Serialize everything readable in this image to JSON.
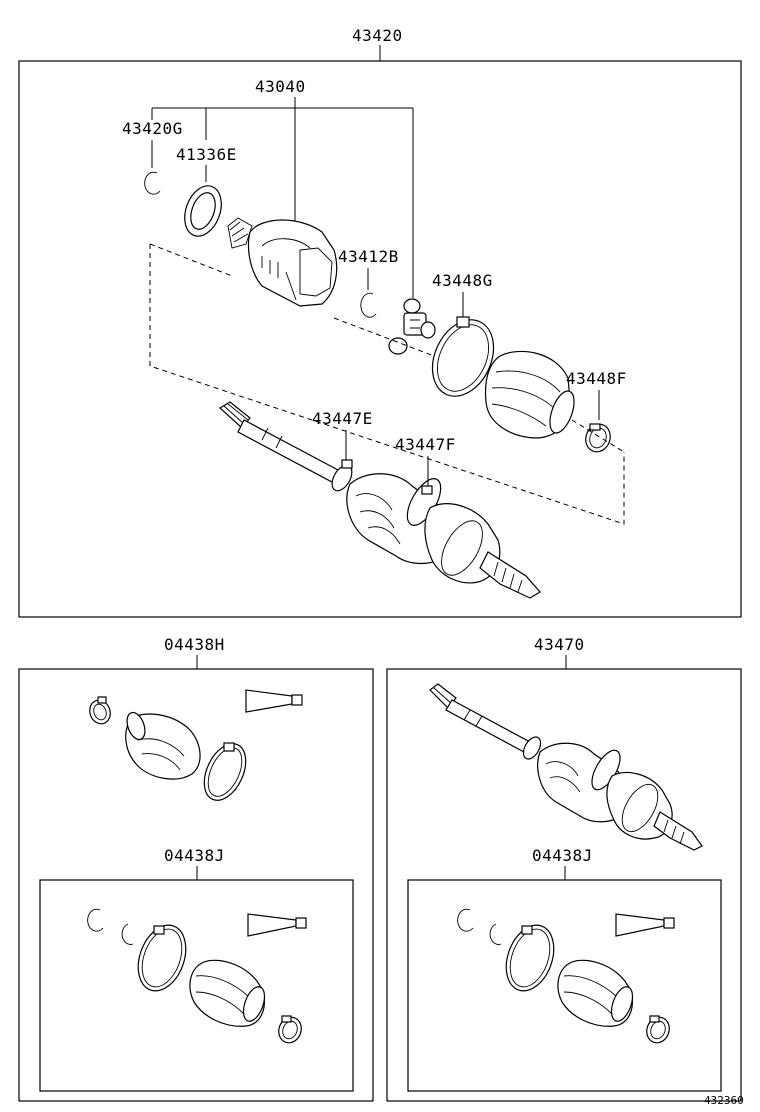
{
  "diagram": {
    "labels": {
      "l43420": "43420",
      "l43040": "43040",
      "l43420G": "43420G",
      "l41336E": "41336E",
      "l43412B": "43412B",
      "l43448G": "43448G",
      "l43448F": "43448F",
      "l43447E": "43447E",
      "l43447F": "43447F",
      "l04438H": "04438H",
      "l43470": "43470",
      "l04438J_left": "04438J",
      "l04438J_right": "04438J"
    },
    "figure_number": "432360"
  }
}
